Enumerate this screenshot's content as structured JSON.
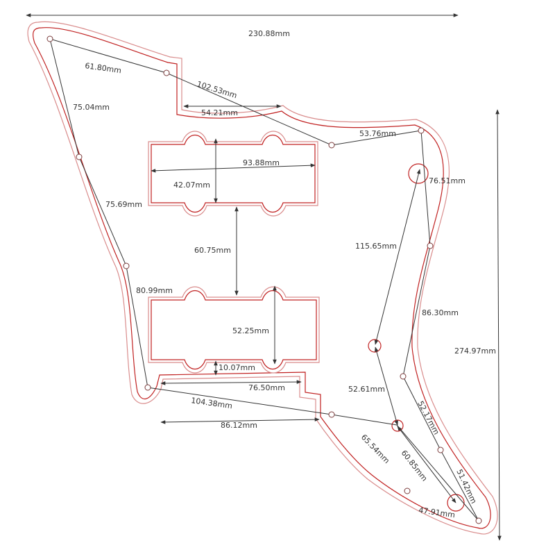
{
  "colors": {
    "outline_outer": "#d98c8c",
    "outline_inner": "#c02020",
    "dimension_line": "#333333",
    "hole": "#7a3a3a",
    "text": "#333333"
  },
  "dimensions": {
    "overall_width": "230.88mm",
    "overall_height": "274.97mm",
    "d_61_80": "61.80mm",
    "d_102_53": "102.53mm",
    "d_54_21": "54.21mm",
    "d_53_76": "53.76mm",
    "d_75_04": "75.04mm",
    "d_93_88": "93.88mm",
    "d_42_07": "42.07mm",
    "d_76_51": "76.51mm",
    "d_75_69": "75.69mm",
    "d_60_75": "60.75mm",
    "d_115_65": "115.65mm",
    "d_80_99": "80.99mm",
    "d_86_30": "86.30mm",
    "d_52_25": "52.25mm",
    "d_10_07": "10.07mm",
    "d_76_50": "76.50mm",
    "d_52_61": "52.61mm",
    "d_104_38": "104.38mm",
    "d_52_17": "52.17mm",
    "d_86_12": "86.12mm",
    "d_65_54": "65.54mm",
    "d_60_85": "60.85mm",
    "d_51_42": "51.42mm",
    "d_47_91": "47.91mm"
  }
}
